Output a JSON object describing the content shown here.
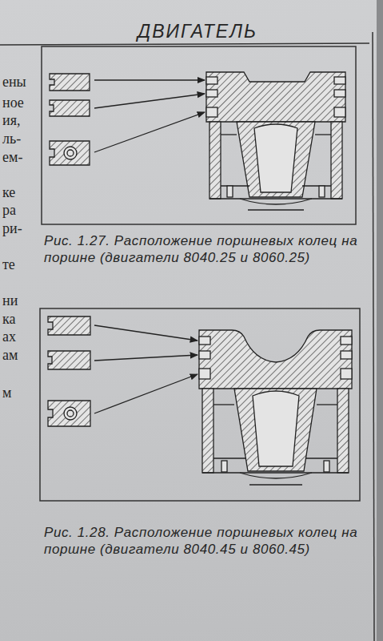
{
  "diagram": {
    "title": "ДВИГАТЕЛЬ",
    "labels": [
      "ены",
      "ное",
      "ия,",
      "ль-",
      "ем-",
      "ке",
      "ра",
      "ри-",
      "те",
      "ни",
      "ка",
      "ах",
      "ам",
      "м",
      "Рис. 1.27. Расположение поршневых колец на поршне (двигатели 8040.25 и 8060.25)",
      "Рис. 1.28. Расположение поршневых колец на поршне (двигатели 8040.45 и 8060.45)"
    ]
  }
}
